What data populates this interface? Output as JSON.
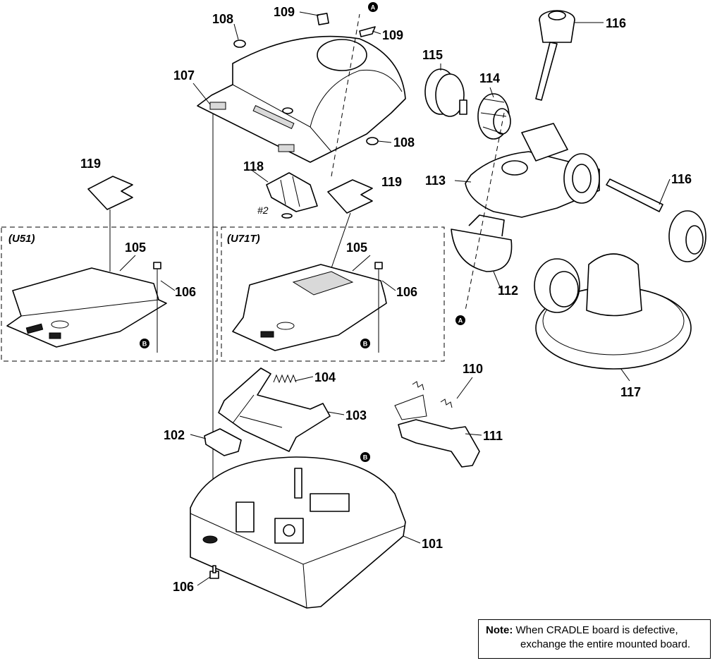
{
  "parts": [
    {
      "id": "101",
      "label": "101"
    },
    {
      "id": "102",
      "label": "102"
    },
    {
      "id": "103",
      "label": "103"
    },
    {
      "id": "104",
      "label": "104"
    },
    {
      "id": "105a",
      "label": "105"
    },
    {
      "id": "105b",
      "label": "105"
    },
    {
      "id": "106a",
      "label": "106"
    },
    {
      "id": "106b",
      "label": "106"
    },
    {
      "id": "106c",
      "label": "106"
    },
    {
      "id": "107",
      "label": "107"
    },
    {
      "id": "108a",
      "label": "108"
    },
    {
      "id": "108b",
      "label": "108"
    },
    {
      "id": "109a",
      "label": "109"
    },
    {
      "id": "109b",
      "label": "109"
    },
    {
      "id": "110",
      "label": "110"
    },
    {
      "id": "111",
      "label": "111"
    },
    {
      "id": "112",
      "label": "112"
    },
    {
      "id": "113",
      "label": "113"
    },
    {
      "id": "114",
      "label": "114"
    },
    {
      "id": "115",
      "label": "115"
    },
    {
      "id": "116a",
      "label": "116"
    },
    {
      "id": "116b",
      "label": "116"
    },
    {
      "id": "117",
      "label": "117"
    },
    {
      "id": "118",
      "label": "118"
    },
    {
      "id": "119a",
      "label": "119"
    },
    {
      "id": "119b",
      "label": "119"
    }
  ],
  "variants": {
    "left": "(U51)",
    "right": "(U71T)"
  },
  "screw_callout": "#2",
  "markers": {
    "a": "A",
    "b": "B"
  },
  "note": {
    "label": "Note:",
    "line1": "When CRADLE board is defective,",
    "line2": "exchange the entire mounted board."
  }
}
